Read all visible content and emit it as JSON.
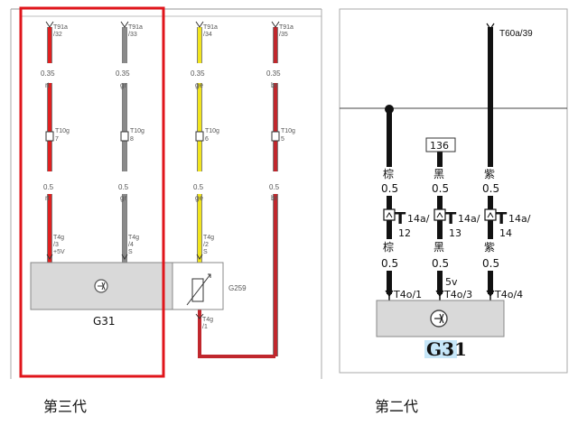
{
  "left": {
    "wires": [
      {
        "top_tag": "T91a",
        "top_pin": "/32",
        "gauge": "0.35",
        "color_top": "rt",
        "mid_tag": "T10g",
        "mid_pin": "7",
        "gauge2": "0.5",
        "color_bot": "rt",
        "bot_tag": "T4g",
        "bot_pin": "/3",
        "bot_extra": "+5V",
        "stroke": "#e02020"
      },
      {
        "top_tag": "T91a",
        "top_pin": "/33",
        "gauge": "0.35",
        "color_top": "gr",
        "mid_tag": "T10g",
        "mid_pin": "8",
        "gauge2": "0.5",
        "color_bot": "gr",
        "bot_tag": "T4g",
        "bot_pin": "/4",
        "bot_extra": "S",
        "stroke": "#8a8a8a"
      },
      {
        "top_tag": "T91a",
        "top_pin": "/34",
        "gauge": "0.35",
        "color_top": "ge",
        "mid_tag": "T10g",
        "mid_pin": "6",
        "gauge2": "0.5",
        "color_bot": "ge",
        "bot_tag": "T4g",
        "bot_pin": "/2",
        "bot_extra": "S",
        "stroke": "#f2e51e"
      },
      {
        "top_tag": "T91a",
        "top_pin": "/35",
        "gauge": "0.35",
        "color_top": "br",
        "mid_tag": "T10g",
        "mid_pin": "5",
        "gauge2": "0.5",
        "color_bot": "br",
        "bot_tag": "",
        "bot_pin": "",
        "bot_extra": "",
        "stroke": "#c0272d"
      }
    ],
    "g31_label": "G31",
    "g259_label": "G259",
    "g259_pin_tag": "T4g",
    "g259_pin": "/1",
    "caption": "第三代"
  },
  "right": {
    "top_connector": "T60a/39",
    "box_label": "136",
    "wires": [
      {
        "color_top": "棕",
        "gauge_top": "0.5",
        "pin": "12",
        "color_bot": "棕",
        "gauge_bot": "0.5",
        "extra": "",
        "bottom": "T4o/1"
      },
      {
        "color_top": "黑",
        "gauge_top": "0.5",
        "pin": "13",
        "color_bot": "黑",
        "gauge_bot": "0.5",
        "extra": "5v",
        "bottom": "T4o/3"
      },
      {
        "color_top": "紫",
        "gauge_top": "0.5",
        "pin": "14",
        "color_bot": "紫",
        "gauge_bot": "0.5",
        "extra": "",
        "bottom": "T4o/4"
      }
    ],
    "connector_T": "T",
    "connector_suffix": "14a/",
    "g31_label": "G31",
    "caption": "第二代"
  },
  "colors": {
    "highlight": "#e0151b",
    "component_fill": "#d9d9d9",
    "g31_highlight": "#c6e6f8"
  }
}
